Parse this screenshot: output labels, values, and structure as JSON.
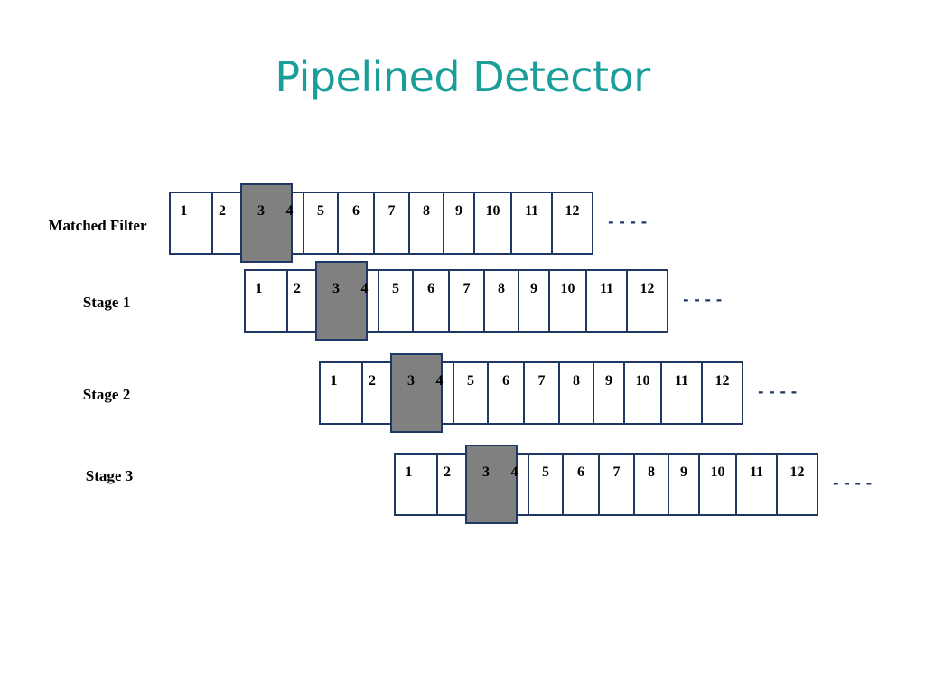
{
  "title": "Pipelined Detector",
  "colors": {
    "title": "#1a9e9a",
    "cell_border": "#1f3864",
    "highlight_fill": "#808080",
    "highlight_border": "#1f3864",
    "continuation": "#1f3864"
  },
  "cell_labels": [
    "1",
    "2",
    "3",
    "4",
    "5",
    "6",
    "7",
    "8",
    "9",
    "10",
    "11",
    "12"
  ],
  "highlighted_cell": "3",
  "continuation_mark": "- - - -",
  "rows": [
    {
      "label": "Matched Filter"
    },
    {
      "label": "Stage 1"
    },
    {
      "label": "Stage 2"
    },
    {
      "label": "Stage 3"
    }
  ]
}
